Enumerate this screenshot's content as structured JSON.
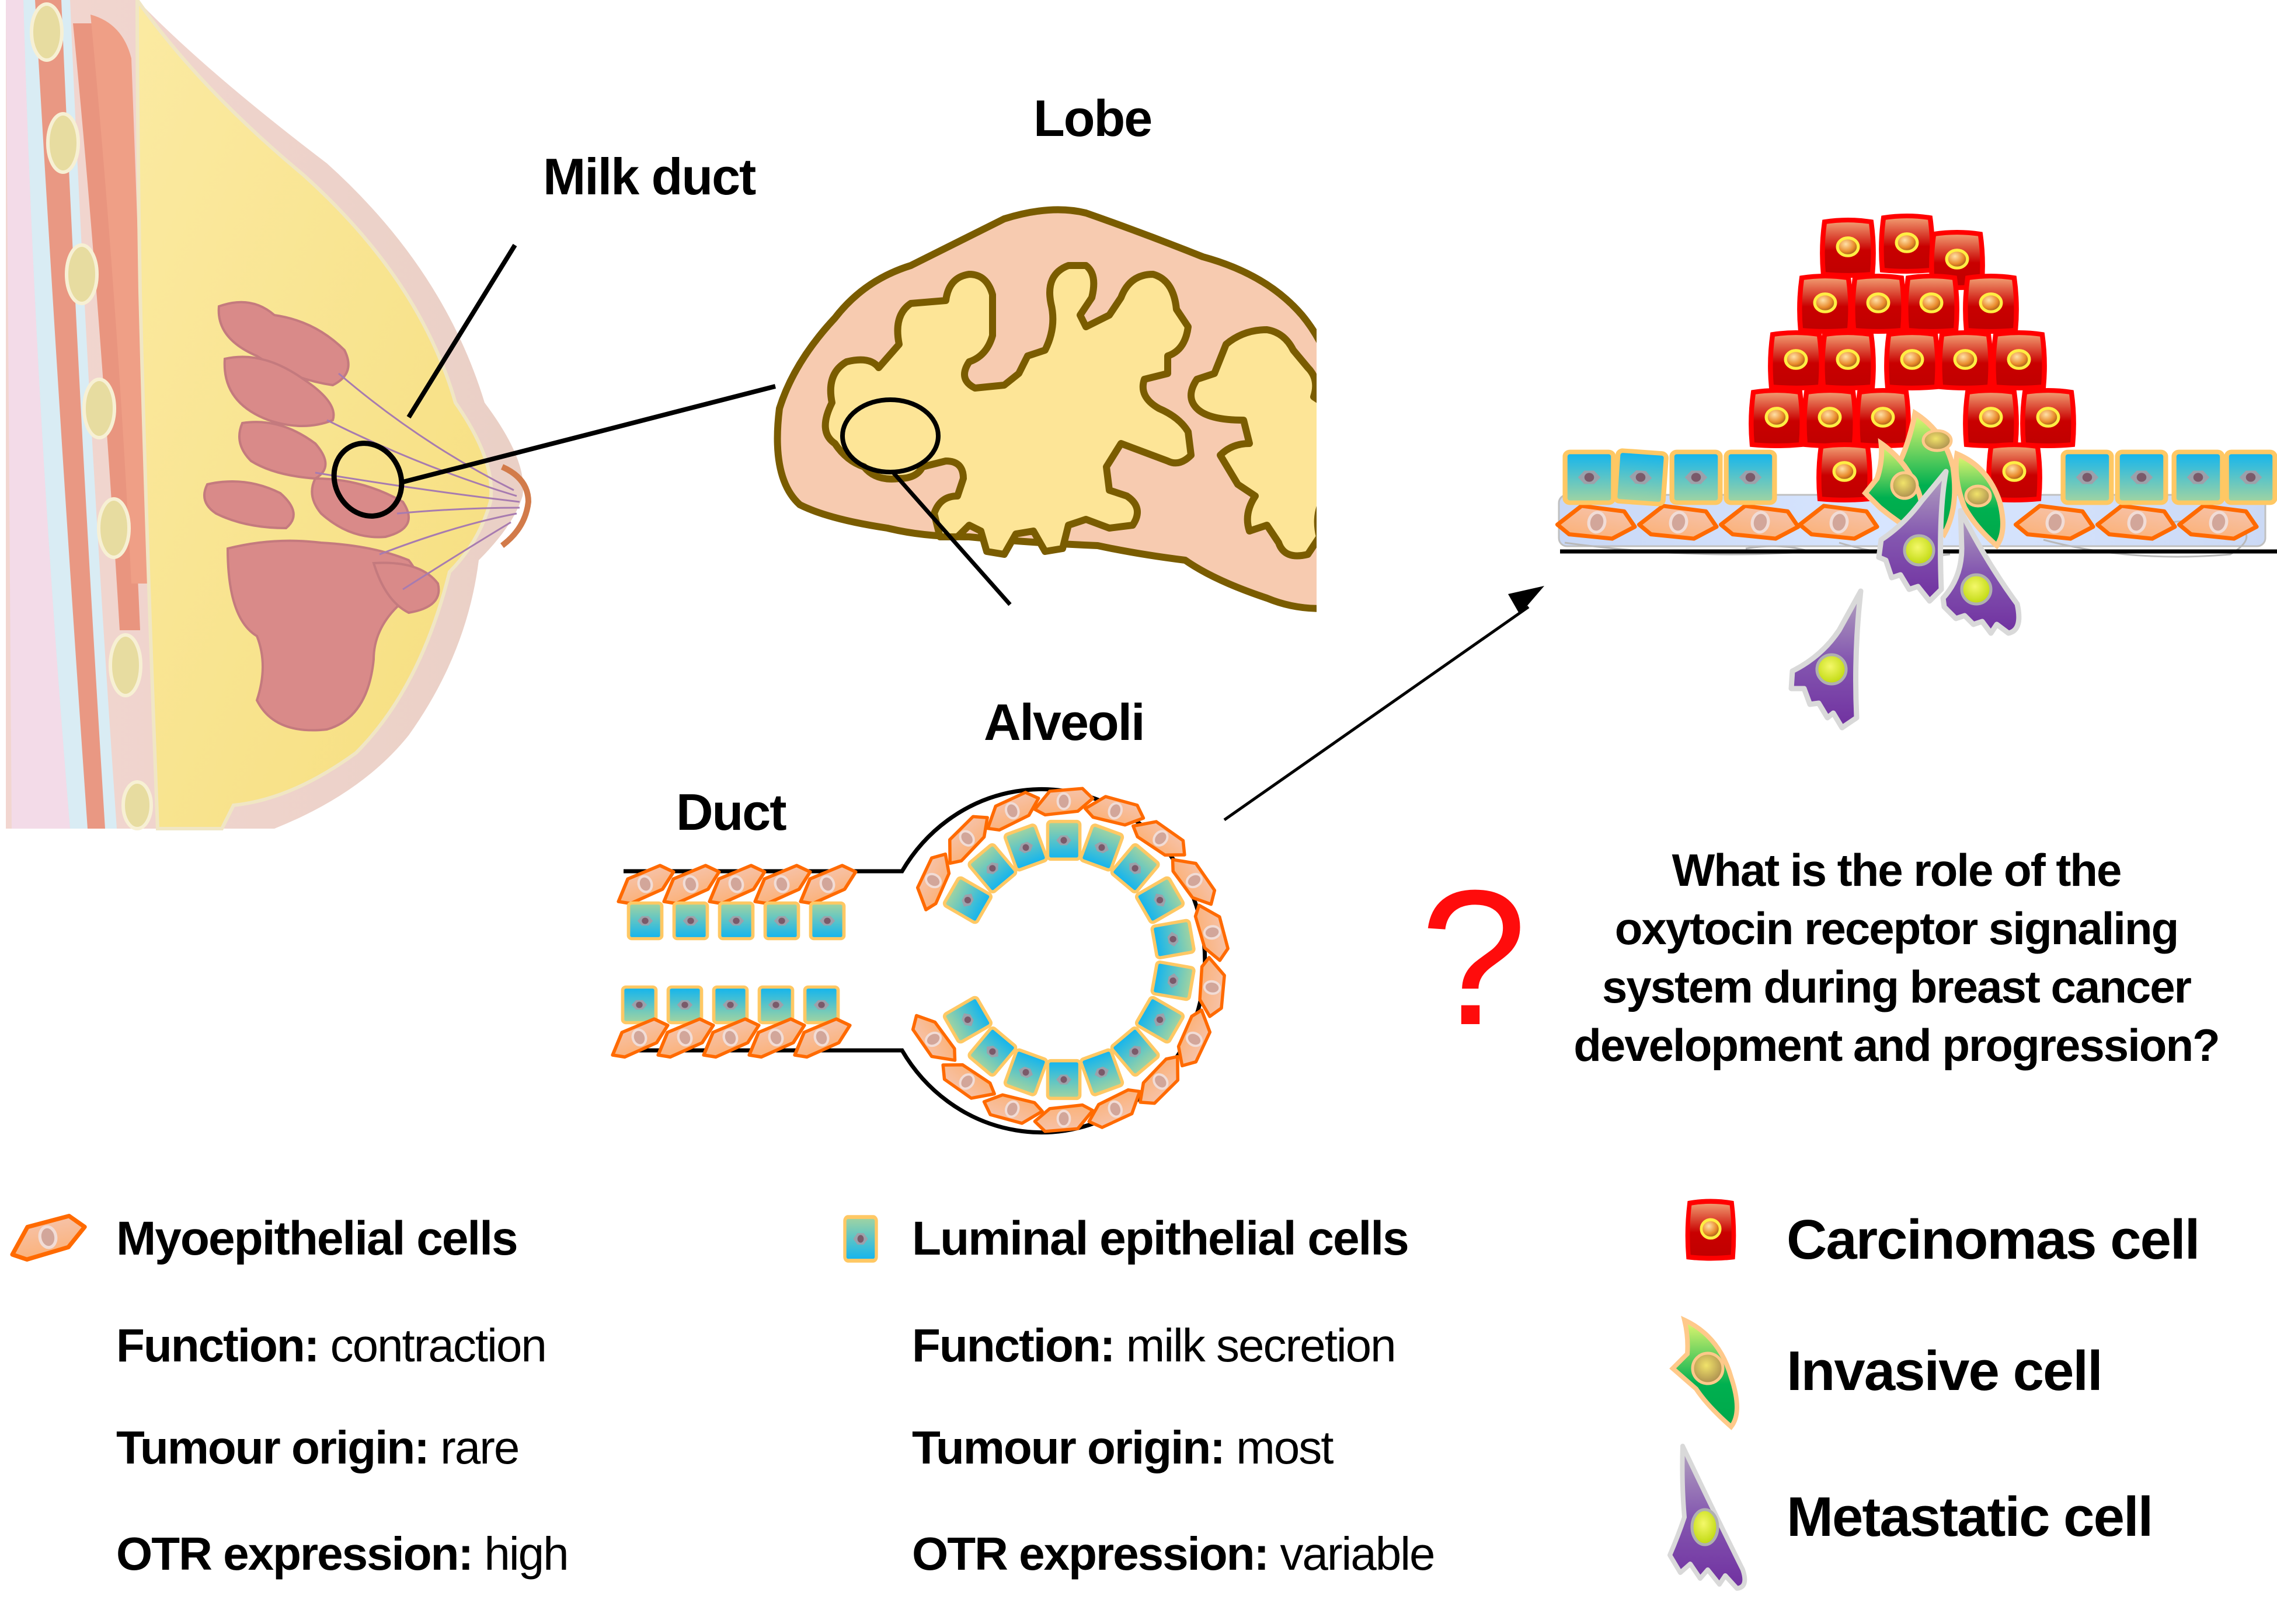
{
  "figure": {
    "labels": {
      "milk_duct": "Milk duct",
      "lobe": "Lobe",
      "alveoli": "Alveoli",
      "duct": "Duct"
    },
    "question": {
      "symbol": "?",
      "lines": [
        "What is the role of the",
        "oxytocin receptor signaling",
        "system during breast cancer",
        "development and progression?"
      ]
    },
    "colors": {
      "myoepithelial_fill": "#f9c8a4",
      "myoepithelial_stroke": "#ff6a00",
      "luminal_top": "#9fd3a3",
      "luminal_bottom": "#12b5ee",
      "luminal_stroke": "#ffc864",
      "carcinoma_fill": "#c80000",
      "carcinoma_stroke": "#ff0000",
      "invasive_fill": "#00b050",
      "invasive_stroke": "#ffc98a",
      "metastatic_fill": "#7030a0",
      "metastatic_stroke": "#d9d9d9",
      "lobe_fill": "#f7cbb0",
      "lobe_inner": "#fde597",
      "lobe_stroke": "#7a5c00",
      "question_mark": "#ff0000"
    }
  },
  "legend": {
    "myoepithelial": {
      "title": "Myoepithelial cells",
      "rows": [
        {
          "key": "Function:",
          "value": " contraction"
        },
        {
          "key": "Tumour origin:",
          "value": " rare"
        },
        {
          "key": "OTR expression:",
          "value": " high"
        }
      ]
    },
    "luminal": {
      "title": "Luminal epithelial cells",
      "rows": [
        {
          "key": "Function:",
          "value": " milk secretion"
        },
        {
          "key": "Tumour origin:",
          "value": " most"
        },
        {
          "key": "OTR expression:",
          "value": " variable"
        }
      ]
    },
    "cancer": [
      {
        "label": "Carcinomas cell",
        "icon": "carcinoma-cell-icon"
      },
      {
        "label": "Invasive cell",
        "icon": "invasive-cell-icon"
      },
      {
        "label": "Metastatic cell",
        "icon": "metastatic-cell-icon"
      }
    ]
  }
}
